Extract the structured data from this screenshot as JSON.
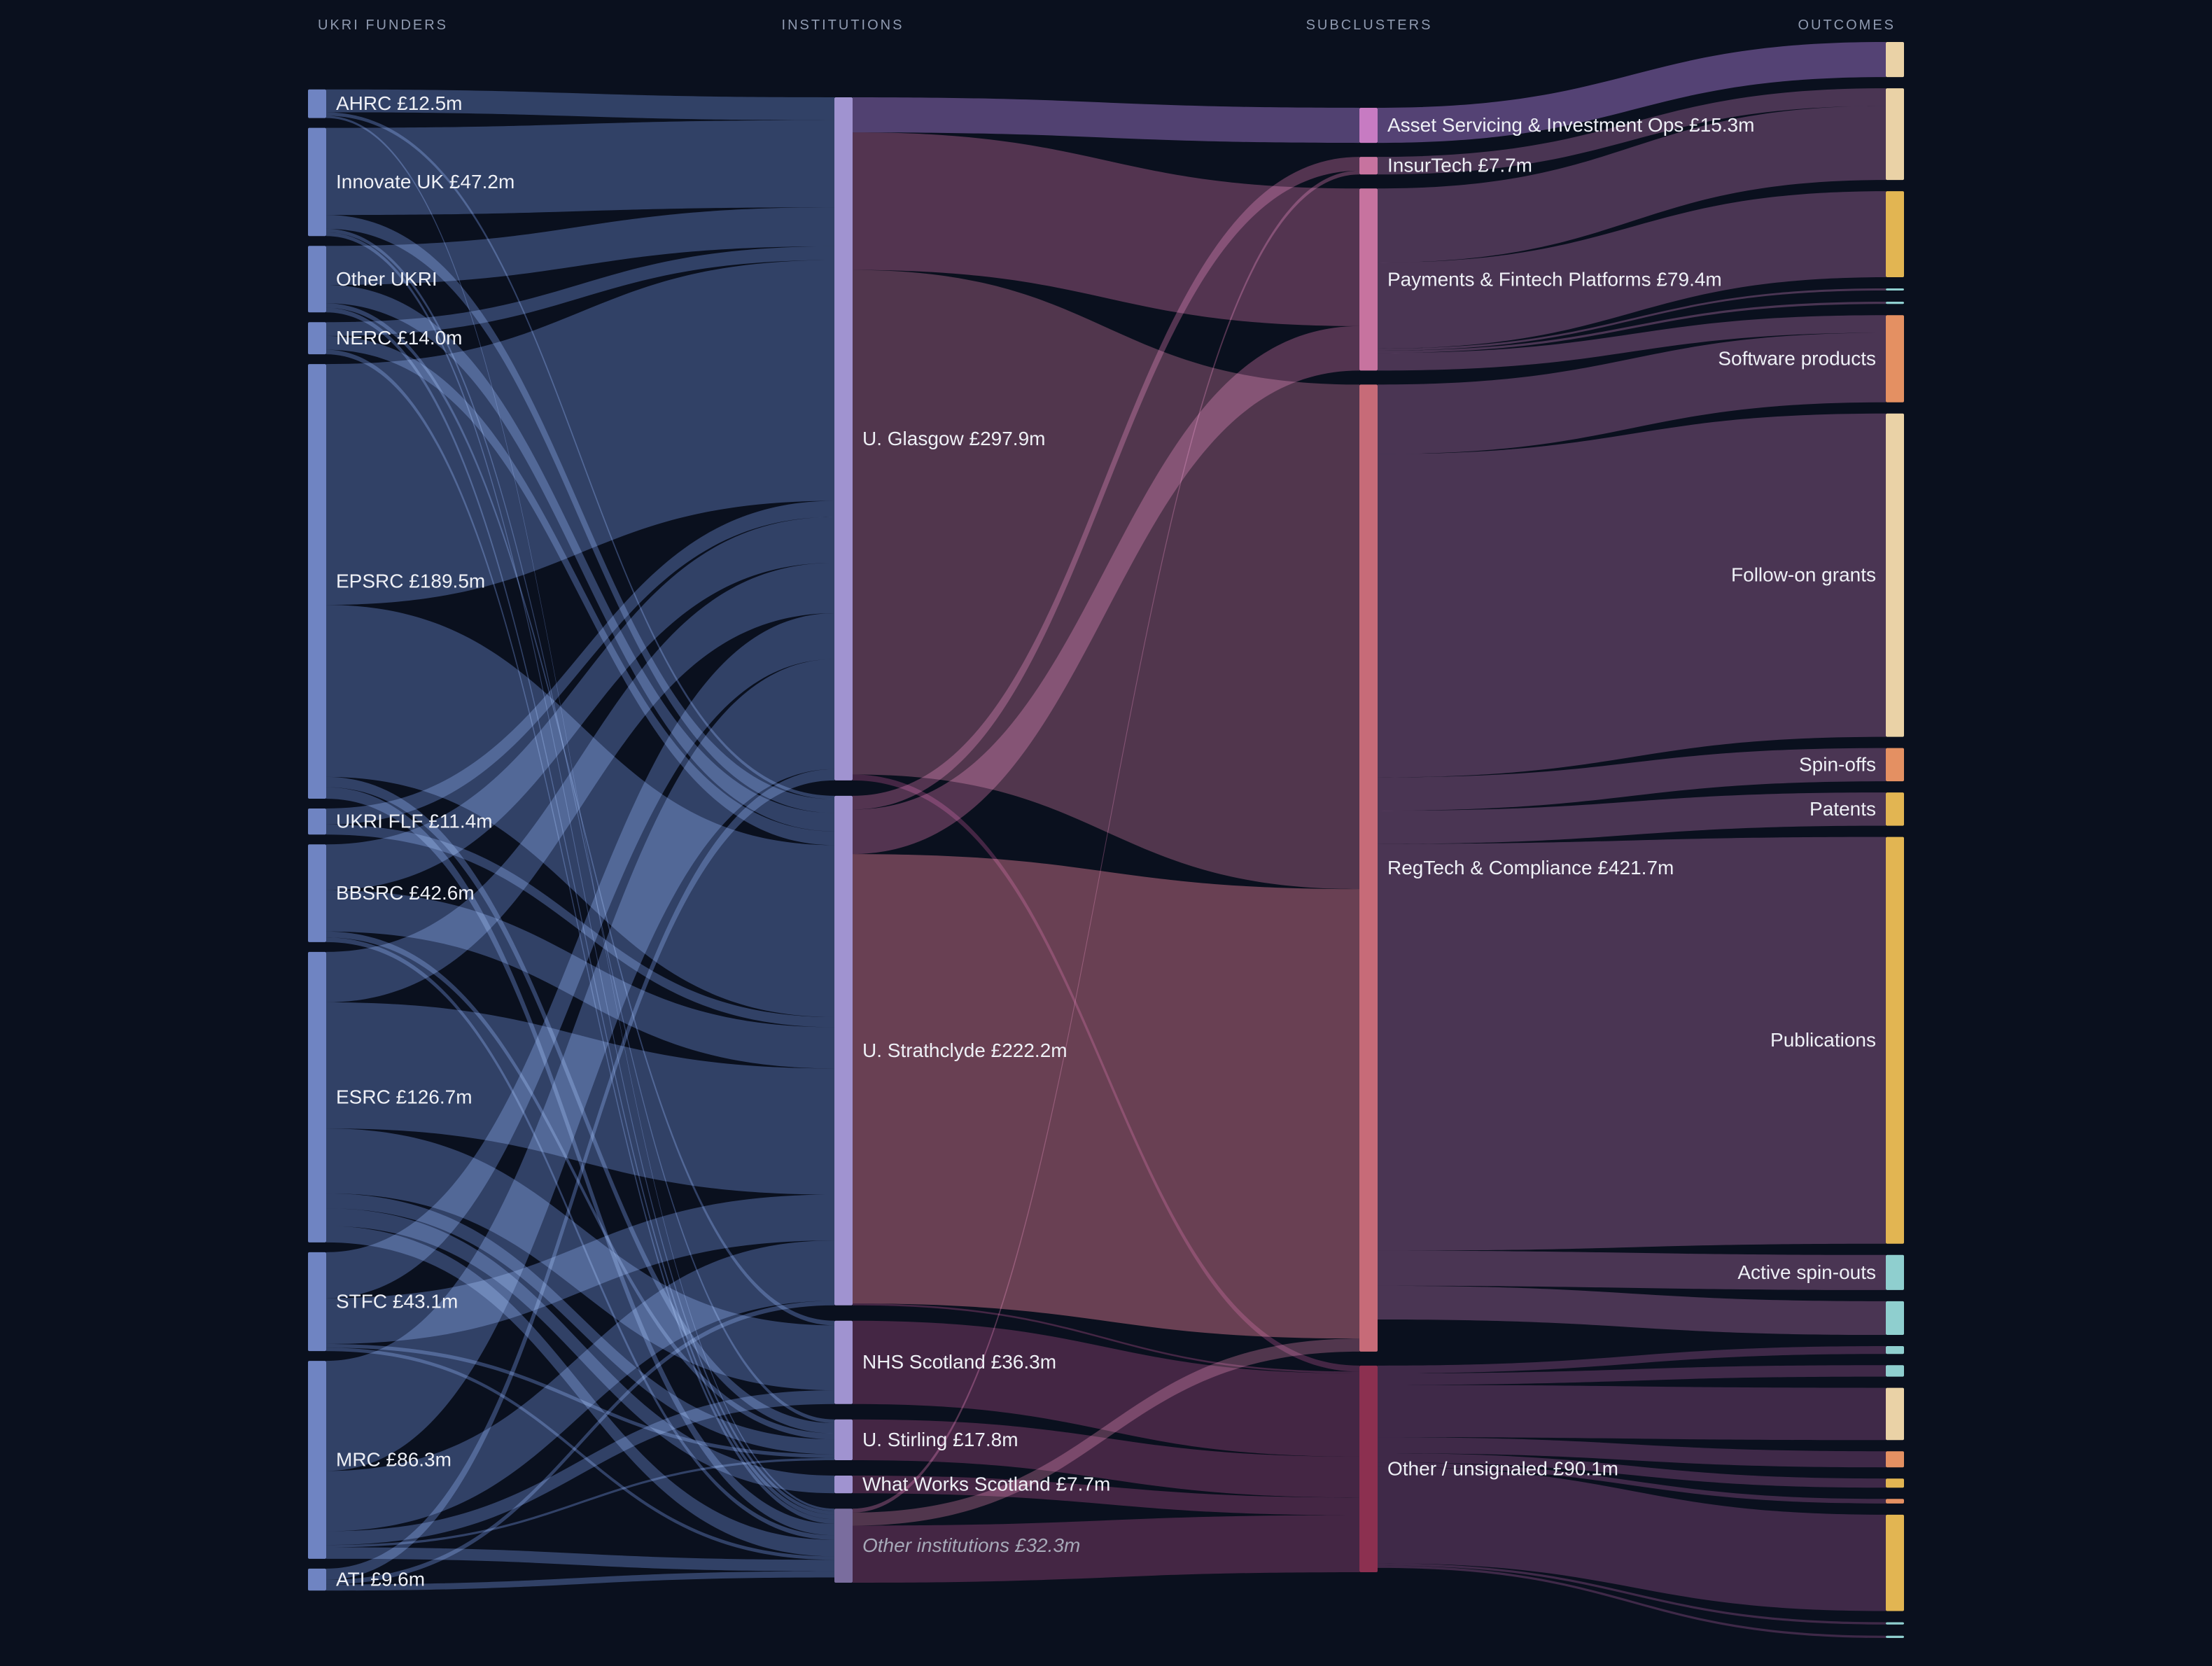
{
  "chart_data": {
    "type": "sankey",
    "columns": [
      "UKRI FUNDERS",
      "INSTITUTIONS",
      "SUBCLUSTERS",
      "OUTCOMES"
    ],
    "colors": {
      "background": "#0a101e",
      "funder_node": "#6f84c2",
      "funder_link": "#4a5f95",
      "institution_node": "#a093d0",
      "asset_node": "#c77bc2",
      "insurtech_node": "#c7739f",
      "payments_node": "#c7739f",
      "regtech_node": "#c76b78",
      "other_node": "#8c3050",
      "outcome_cream": "#ead2a6",
      "outcome_gold": "#e2b552",
      "outcome_orange": "#e49062",
      "outcome_teal": "#8fcfcf"
    },
    "nodes": [
      {
        "id": "f_ahrc",
        "col": 0,
        "label": "AHRC £12.5m",
        "value": 12.5
      },
      {
        "id": "f_innovate",
        "col": 0,
        "label": "Innovate UK £47.2m",
        "value": 47.2
      },
      {
        "id": "f_other",
        "col": 0,
        "label": "Other UKRI",
        "value": 29.0
      },
      {
        "id": "f_nerc",
        "col": 0,
        "label": "NERC £14.0m",
        "value": 14.0
      },
      {
        "id": "f_epsrc",
        "col": 0,
        "label": "EPSRC £189.5m",
        "value": 189.5
      },
      {
        "id": "f_flf",
        "col": 0,
        "label": "UKRI FLF £11.4m",
        "value": 11.4
      },
      {
        "id": "f_bbsrc",
        "col": 0,
        "label": "BBSRC £42.6m",
        "value": 42.6
      },
      {
        "id": "f_esrc",
        "col": 0,
        "label": "ESRC £126.7m",
        "value": 126.7
      },
      {
        "id": "f_stfc",
        "col": 0,
        "label": "STFC £43.1m",
        "value": 43.1
      },
      {
        "id": "f_mrc",
        "col": 0,
        "label": "MRC £86.3m",
        "value": 86.3
      },
      {
        "id": "f_ati",
        "col": 0,
        "label": "ATI £9.6m",
        "value": 9.6
      },
      {
        "id": "i_glasgow",
        "col": 1,
        "label": "U. Glasgow £297.9m",
        "value": 297.9
      },
      {
        "id": "i_strath",
        "col": 1,
        "label": "U. Strathclyde £222.2m",
        "value": 222.2
      },
      {
        "id": "i_nhs",
        "col": 1,
        "label": "NHS Scotland £36.3m",
        "value": 36.3
      },
      {
        "id": "i_stirling",
        "col": 1,
        "label": "U. Stirling £17.8m",
        "value": 17.8
      },
      {
        "id": "i_whatworks",
        "col": 1,
        "label": "What Works Scotland £7.7m",
        "value": 7.7
      },
      {
        "id": "i_other",
        "col": 1,
        "label": "Other institutions £32.3m",
        "value": 32.3,
        "muted": true
      },
      {
        "id": "s_asset",
        "col": 2,
        "label": "Asset Servicing & Investment Ops £15.3m",
        "value": 15.3
      },
      {
        "id": "s_insur",
        "col": 2,
        "label": "InsurTech £7.7m",
        "value": 7.7
      },
      {
        "id": "s_pay",
        "col": 2,
        "label": "Payments & Fintech Platforms £79.4m",
        "value": 79.4
      },
      {
        "id": "s_reg",
        "col": 2,
        "label": "RegTech & Compliance £421.7m",
        "value": 421.7
      },
      {
        "id": "s_other",
        "col": 2,
        "label": "Other / unsignaled £90.1m",
        "value": 90.1
      },
      {
        "id": "o_asset_1",
        "col": 3,
        "label": "",
        "value": 15.3
      },
      {
        "id": "o_pay_1",
        "col": 3,
        "label": "",
        "value": 40.0
      },
      {
        "id": "o_pay_2",
        "col": 3,
        "label": "",
        "value": 37.5
      },
      {
        "id": "o_pay_3",
        "col": 3,
        "label": "",
        "value": 0.9
      },
      {
        "id": "o_pay_4",
        "col": 3,
        "label": "",
        "value": 1.0
      },
      {
        "id": "o_software",
        "col": 3,
        "label": "Software products",
        "value": 38.0
      },
      {
        "id": "o_followon",
        "col": 3,
        "label": "Follow-on grants",
        "value": 141.0
      },
      {
        "id": "o_spinoffs",
        "col": 3,
        "label": "Spin-offs",
        "value": 14.5
      },
      {
        "id": "o_patents",
        "col": 3,
        "label": "Patents",
        "value": 14.5
      },
      {
        "id": "o_pubs",
        "col": 3,
        "label": "Publications",
        "value": 177.4
      },
      {
        "id": "o_active",
        "col": 3,
        "label": "Active spin-outs",
        "value": 15.3
      },
      {
        "id": "o_reg_x",
        "col": 3,
        "label": "",
        "value": 14.7
      },
      {
        "id": "o_oth_1",
        "col": 3,
        "label": "",
        "value": 3.4
      },
      {
        "id": "o_oth_2",
        "col": 3,
        "label": "",
        "value": 5.0
      },
      {
        "id": "o_oth_3",
        "col": 3,
        "label": "",
        "value": 22.8
      },
      {
        "id": "o_oth_4",
        "col": 3,
        "label": "",
        "value": 7.0
      },
      {
        "id": "o_oth_5",
        "col": 3,
        "label": "",
        "value": 4.0
      },
      {
        "id": "o_oth_6",
        "col": 3,
        "label": "",
        "value": 2.0
      },
      {
        "id": "o_oth_7",
        "col": 3,
        "label": "",
        "value": 42.0
      },
      {
        "id": "o_oth_8",
        "col": 3,
        "label": "",
        "value": 1.0
      },
      {
        "id": "o_oth_9",
        "col": 3,
        "label": "",
        "value": 1.0
      }
    ],
    "links": [
      {
        "source": "f_ahrc",
        "target": "i_glasgow",
        "value": 10.0
      },
      {
        "source": "f_ahrc",
        "target": "i_strath",
        "value": 1.5
      },
      {
        "source": "f_ahrc",
        "target": "i_other",
        "value": 1.0
      },
      {
        "source": "f_innovate",
        "target": "i_glasgow",
        "value": 38.0
      },
      {
        "source": "f_innovate",
        "target": "i_strath",
        "value": 6.0
      },
      {
        "source": "f_innovate",
        "target": "i_stirling",
        "value": 1.6
      },
      {
        "source": "f_innovate",
        "target": "i_other",
        "value": 1.6
      },
      {
        "source": "f_other",
        "target": "i_glasgow",
        "value": 17.0
      },
      {
        "source": "f_other",
        "target": "i_strath",
        "value": 8.0
      },
      {
        "source": "f_other",
        "target": "i_nhs",
        "value": 2.0
      },
      {
        "source": "f_other",
        "target": "i_other",
        "value": 2.0
      },
      {
        "source": "f_nerc",
        "target": "i_glasgow",
        "value": 6.0
      },
      {
        "source": "f_nerc",
        "target": "i_strath",
        "value": 6.0
      },
      {
        "source": "f_nerc",
        "target": "i_other",
        "value": 2.0
      },
      {
        "source": "f_epsrc",
        "target": "i_glasgow",
        "value": 105.0
      },
      {
        "source": "f_epsrc",
        "target": "i_strath",
        "value": 75.0
      },
      {
        "source": "f_epsrc",
        "target": "i_stirling",
        "value": 4.5
      },
      {
        "source": "f_epsrc",
        "target": "i_other",
        "value": 5.0
      },
      {
        "source": "f_flf",
        "target": "i_glasgow",
        "value": 7.0
      },
      {
        "source": "f_flf",
        "target": "i_strath",
        "value": 4.4
      },
      {
        "source": "f_bbsrc",
        "target": "i_glasgow",
        "value": 20.0
      },
      {
        "source": "f_bbsrc",
        "target": "i_strath",
        "value": 18.0
      },
      {
        "source": "f_bbsrc",
        "target": "i_stirling",
        "value": 2.6
      },
      {
        "source": "f_bbsrc",
        "target": "i_other",
        "value": 2.0
      },
      {
        "source": "f_esrc",
        "target": "i_glasgow",
        "value": 22.0
      },
      {
        "source": "f_esrc",
        "target": "i_strath",
        "value": 55.0
      },
      {
        "source": "f_esrc",
        "target": "i_nhs",
        "value": 28.3
      },
      {
        "source": "f_esrc",
        "target": "i_stirling",
        "value": 6.5
      },
      {
        "source": "f_esrc",
        "target": "i_whatworks",
        "value": 7.7
      },
      {
        "source": "f_esrc",
        "target": "i_other",
        "value": 7.2
      },
      {
        "source": "f_stfc",
        "target": "i_glasgow",
        "value": 20.0
      },
      {
        "source": "f_stfc",
        "target": "i_strath",
        "value": 20.0
      },
      {
        "source": "f_stfc",
        "target": "i_stirling",
        "value": 1.6
      },
      {
        "source": "f_stfc",
        "target": "i_other",
        "value": 1.5
      },
      {
        "source": "f_mrc",
        "target": "i_glasgow",
        "value": 48.0
      },
      {
        "source": "f_mrc",
        "target": "i_strath",
        "value": 26.3
      },
      {
        "source": "f_mrc",
        "target": "i_nhs",
        "value": 6.0
      },
      {
        "source": "f_mrc",
        "target": "i_stirling",
        "value": 1.0
      },
      {
        "source": "f_mrc",
        "target": "i_other",
        "value": 5.0
      },
      {
        "source": "f_ati",
        "target": "i_glasgow",
        "value": 4.9
      },
      {
        "source": "f_ati",
        "target": "i_strath",
        "value": 2.0
      },
      {
        "source": "f_ati",
        "target": "i_other",
        "value": 2.7
      },
      {
        "source": "i_glasgow",
        "target": "s_asset",
        "value": 15.3
      },
      {
        "source": "i_glasgow",
        "target": "s_pay",
        "value": 60.0
      },
      {
        "source": "i_glasgow",
        "target": "s_reg",
        "value": 220.0
      },
      {
        "source": "i_glasgow",
        "target": "s_other",
        "value": 2.6
      },
      {
        "source": "i_strath",
        "target": "s_insur",
        "value": 6.0
      },
      {
        "source": "i_strath",
        "target": "s_pay",
        "value": 19.4
      },
      {
        "source": "i_strath",
        "target": "s_reg",
        "value": 196.0
      },
      {
        "source": "i_strath",
        "target": "s_other",
        "value": 0.8
      },
      {
        "source": "i_nhs",
        "target": "s_other",
        "value": 36.3
      },
      {
        "source": "i_stirling",
        "target": "s_other",
        "value": 17.8
      },
      {
        "source": "i_whatworks",
        "target": "s_other",
        "value": 7.7
      },
      {
        "source": "i_other",
        "target": "s_insur",
        "value": 1.7
      },
      {
        "source": "i_other",
        "target": "s_reg",
        "value": 5.7
      },
      {
        "source": "i_other",
        "target": "s_other",
        "value": 24.9
      },
      {
        "source": "s_asset",
        "target": "o_asset_1",
        "value": 15.3
      },
      {
        "source": "s_insur",
        "target": "o_pay_1",
        "value": 7.7
      },
      {
        "source": "s_pay",
        "target": "o_pay_1",
        "value": 32.3
      },
      {
        "source": "s_pay",
        "target": "o_pay_2",
        "value": 37.5
      },
      {
        "source": "s_pay",
        "target": "o_pay_3",
        "value": 0.9
      },
      {
        "source": "s_pay",
        "target": "o_pay_4",
        "value": 1.0
      },
      {
        "source": "s_pay",
        "target": "o_software",
        "value": 7.7
      },
      {
        "source": "s_reg",
        "target": "o_software",
        "value": 30.3
      },
      {
        "source": "s_reg",
        "target": "o_followon",
        "value": 141.0
      },
      {
        "source": "s_reg",
        "target": "o_spinoffs",
        "value": 14.5
      },
      {
        "source": "s_reg",
        "target": "o_patents",
        "value": 14.5
      },
      {
        "source": "s_reg",
        "target": "o_pubs",
        "value": 177.4
      },
      {
        "source": "s_reg",
        "target": "o_active",
        "value": 15.3
      },
      {
        "source": "s_reg",
        "target": "o_reg_x",
        "value": 14.7
      },
      {
        "source": "s_other",
        "target": "o_oth_1",
        "value": 3.4
      },
      {
        "source": "s_other",
        "target": "o_oth_2",
        "value": 5.0
      },
      {
        "source": "s_other",
        "target": "o_oth_3",
        "value": 22.8
      },
      {
        "source": "s_other",
        "target": "o_oth_4",
        "value": 7.0
      },
      {
        "source": "s_other",
        "target": "o_oth_5",
        "value": 4.0
      },
      {
        "source": "s_other",
        "target": "o_oth_6",
        "value": 2.0
      },
      {
        "source": "s_other",
        "target": "o_oth_7",
        "value": 42.0
      },
      {
        "source": "s_other",
        "target": "o_oth_8",
        "value": 1.0
      },
      {
        "source": "s_other",
        "target": "o_oth_9",
        "value": 1.0
      }
    ]
  }
}
